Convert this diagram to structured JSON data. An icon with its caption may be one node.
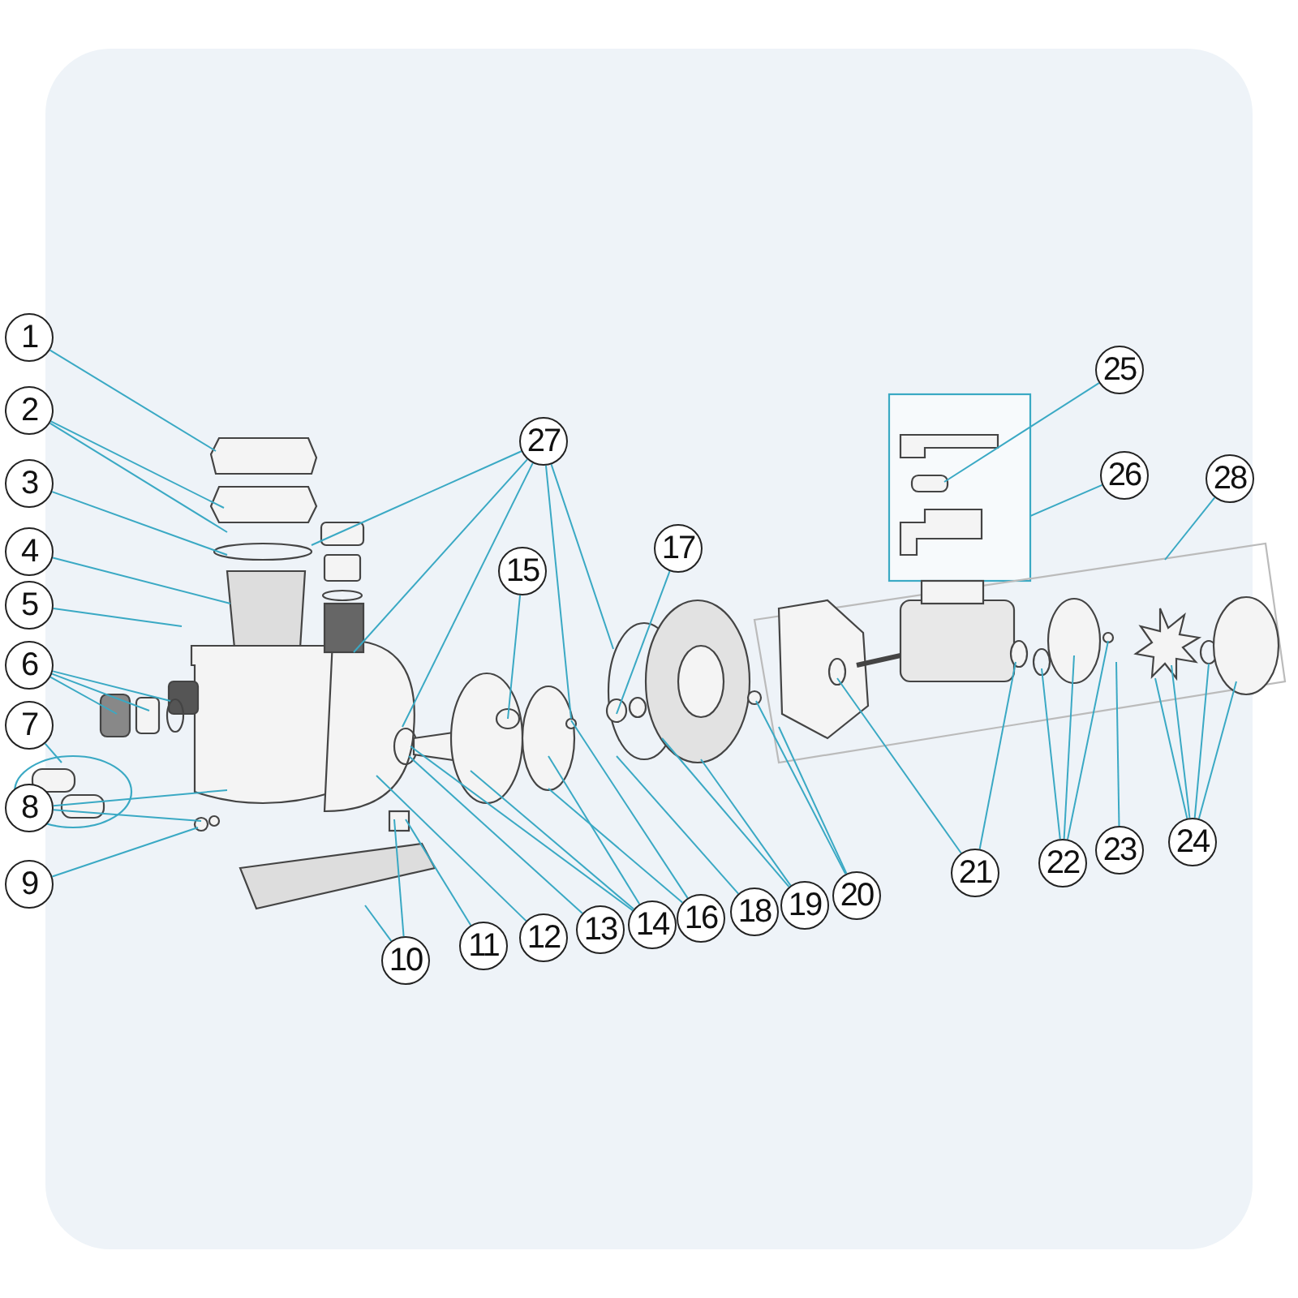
{
  "diagram": {
    "nodes": [
      {
        "text": [
          "1"
        ]
      },
      {
        "text": [
          "2"
        ]
      },
      {
        "text": [
          "3"
        ]
      },
      {
        "text": [
          "4"
        ]
      },
      {
        "text": [
          "5"
        ]
      },
      {
        "text": [
          "6"
        ]
      },
      {
        "text": [
          "7"
        ]
      },
      {
        "text": [
          "8"
        ]
      },
      {
        "text": [
          "9"
        ]
      },
      {
        "text": [
          "10"
        ]
      },
      {
        "text": [
          "11"
        ]
      },
      {
        "text": [
          "12"
        ]
      },
      {
        "text": [
          "13"
        ]
      },
      {
        "text": [
          "14"
        ]
      },
      {
        "text": [
          "15"
        ]
      },
      {
        "text": [
          "16"
        ]
      },
      {
        "text": [
          "17"
        ]
      },
      {
        "text": [
          "18"
        ]
      },
      {
        "text": [
          "19"
        ]
      },
      {
        "text": [
          "20"
        ]
      },
      {
        "text": [
          "21"
        ]
      },
      {
        "text": [
          "22"
        ]
      },
      {
        "text": [
          "23"
        ]
      },
      {
        "text": [
          "24"
        ]
      },
      {
        "text": [
          "25"
        ]
      },
      {
        "text": [
          "26"
        ]
      },
      {
        "text": [
          "27"
        ]
      },
      {
        "text": [
          "28"
        ]
      }
    ],
    "edges": [
      {
        "from": 0,
        "to": null,
        "arrow": "none"
      },
      {
        "from": 1,
        "to": null,
        "arrow": "none"
      },
      {
        "from": 1,
        "to": null,
        "arrow": "none"
      },
      {
        "from": 2,
        "to": null,
        "arrow": "none"
      },
      {
        "from": 3,
        "to": null,
        "arrow": "none"
      },
      {
        "from": 4,
        "to": null,
        "arrow": "none"
      },
      {
        "from": 5,
        "to": null,
        "arrow": "none"
      },
      {
        "from": 5,
        "to": null,
        "arrow": "none"
      },
      {
        "from": 5,
        "to": null,
        "arrow": "none"
      },
      {
        "from": 6,
        "to": null,
        "arrow": "none"
      },
      {
        "from": 7,
        "to": null,
        "arrow": "none"
      },
      {
        "from": 7,
        "to": null,
        "arrow": "none"
      },
      {
        "from": 8,
        "to": null,
        "arrow": "none"
      },
      {
        "from": 9,
        "to": null,
        "arrow": "none"
      },
      {
        "from": 9,
        "to": null,
        "arrow": "none"
      },
      {
        "from": 10,
        "to": null,
        "arrow": "none"
      },
      {
        "from": 11,
        "to": null,
        "arrow": "none"
      },
      {
        "from": 12,
        "to": null,
        "arrow": "none"
      },
      {
        "from": 13,
        "to": null,
        "arrow": "none"
      },
      {
        "from": 13,
        "to": null,
        "arrow": "none"
      },
      {
        "from": 13,
        "to": null,
        "arrow": "none"
      },
      {
        "from": 14,
        "to": null,
        "arrow": "none"
      },
      {
        "from": 15,
        "to": null,
        "arrow": "none"
      },
      {
        "from": 15,
        "to": null,
        "arrow": "none"
      },
      {
        "from": 16,
        "to": null,
        "arrow": "none"
      },
      {
        "from": 17,
        "to": null,
        "arrow": "none"
      },
      {
        "from": 18,
        "to": null,
        "arrow": "none"
      },
      {
        "from": 18,
        "to": null,
        "arrow": "none"
      },
      {
        "from": 19,
        "to": null,
        "arrow": "none"
      },
      {
        "from": 19,
        "to": null,
        "arrow": "none"
      },
      {
        "from": 20,
        "to": null,
        "arrow": "none"
      },
      {
        "from": 20,
        "to": null,
        "arrow": "none"
      },
      {
        "from": 21,
        "to": null,
        "arrow": "none"
      },
      {
        "from": 21,
        "to": null,
        "arrow": "none"
      },
      {
        "from": 21,
        "to": null,
        "arrow": "none"
      },
      {
        "from": 22,
        "to": null,
        "arrow": "none"
      },
      {
        "from": 23,
        "to": null,
        "arrow": "none"
      },
      {
        "from": 23,
        "to": null,
        "arrow": "none"
      },
      {
        "from": 23,
        "to": null,
        "arrow": "none"
      },
      {
        "from": 23,
        "to": null,
        "arrow": "none"
      },
      {
        "from": 24,
        "to": null,
        "arrow": "none"
      },
      {
        "from": 25,
        "to": null,
        "arrow": "none"
      },
      {
        "from": 26,
        "to": null,
        "arrow": "none"
      },
      {
        "from": 26,
        "to": null,
        "arrow": "none"
      },
      {
        "from": 26,
        "to": null,
        "arrow": "none"
      },
      {
        "from": 26,
        "to": null,
        "arrow": "none"
      },
      {
        "from": 26,
        "to": null,
        "arrow": "none"
      },
      {
        "from": 27,
        "to": null,
        "arrow": "none"
      }
    ]
  }
}
